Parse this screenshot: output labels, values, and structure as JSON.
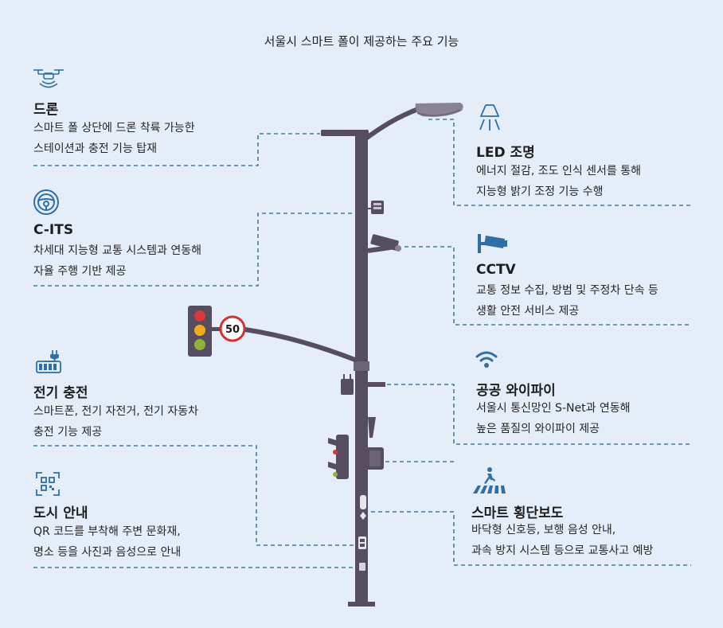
{
  "title": "서울시 스마트 폴이 제공하는 주요 기능",
  "colors": {
    "background": "#e5eef8",
    "pole": "#564d60",
    "icon_blue": "#2f6fa8",
    "leader_line": "#3f7f99"
  },
  "speed_sign": "50",
  "features": [
    {
      "id": "drone",
      "icon": "drone-icon",
      "name": "드론",
      "desc": [
        "스마트 폴 상단에 드론 착륙 가능한",
        "스테이션과 충전 기능 탑재"
      ]
    },
    {
      "id": "led",
      "icon": "ceiling-lamp-icon",
      "name": "LED 조명",
      "desc": [
        "에너지 절감, 조도 인식 센서를 통해",
        "지능형 밝기 조정 기능 수행"
      ]
    },
    {
      "id": "cits",
      "icon": "steering-wheel-icon",
      "name": "C-ITS",
      "desc": [
        "차세대 지능형 교통 시스템과 연동해",
        "자율 주행 기반 제공"
      ]
    },
    {
      "id": "cctv",
      "icon": "cctv-camera-icon",
      "name": "CCTV",
      "desc": [
        "교통 정보 수집, 방범 및 주정차 단속 등",
        "생활 안전 서비스 제공"
      ]
    },
    {
      "id": "ev",
      "icon": "battery-plug-icon",
      "name": "전기 충전",
      "desc": [
        "스마트폰, 전기 자전거, 전기 자동차",
        "충전 기능 제공"
      ]
    },
    {
      "id": "wifi",
      "icon": "wifi-icon",
      "name": "공공 와이파이",
      "desc": [
        "서울시 통신망인 S-Net과 연동해",
        "높은 품질의 와이파이 제공"
      ]
    },
    {
      "id": "guide",
      "icon": "qr-code-icon",
      "name": "도시 안내",
      "desc": [
        "QR 코드를 부착해 주변 문화재,",
        "명소 등을 사진과 음성으로 안내"
      ]
    },
    {
      "id": "crosswalk",
      "icon": "pedestrian-crossing-icon",
      "name": "스마트 횡단보도",
      "desc": [
        "바닥형 신호등, 보행 음성 안내,",
        "과속 방지 시스템 등으로 교통사고 예방"
      ]
    }
  ]
}
